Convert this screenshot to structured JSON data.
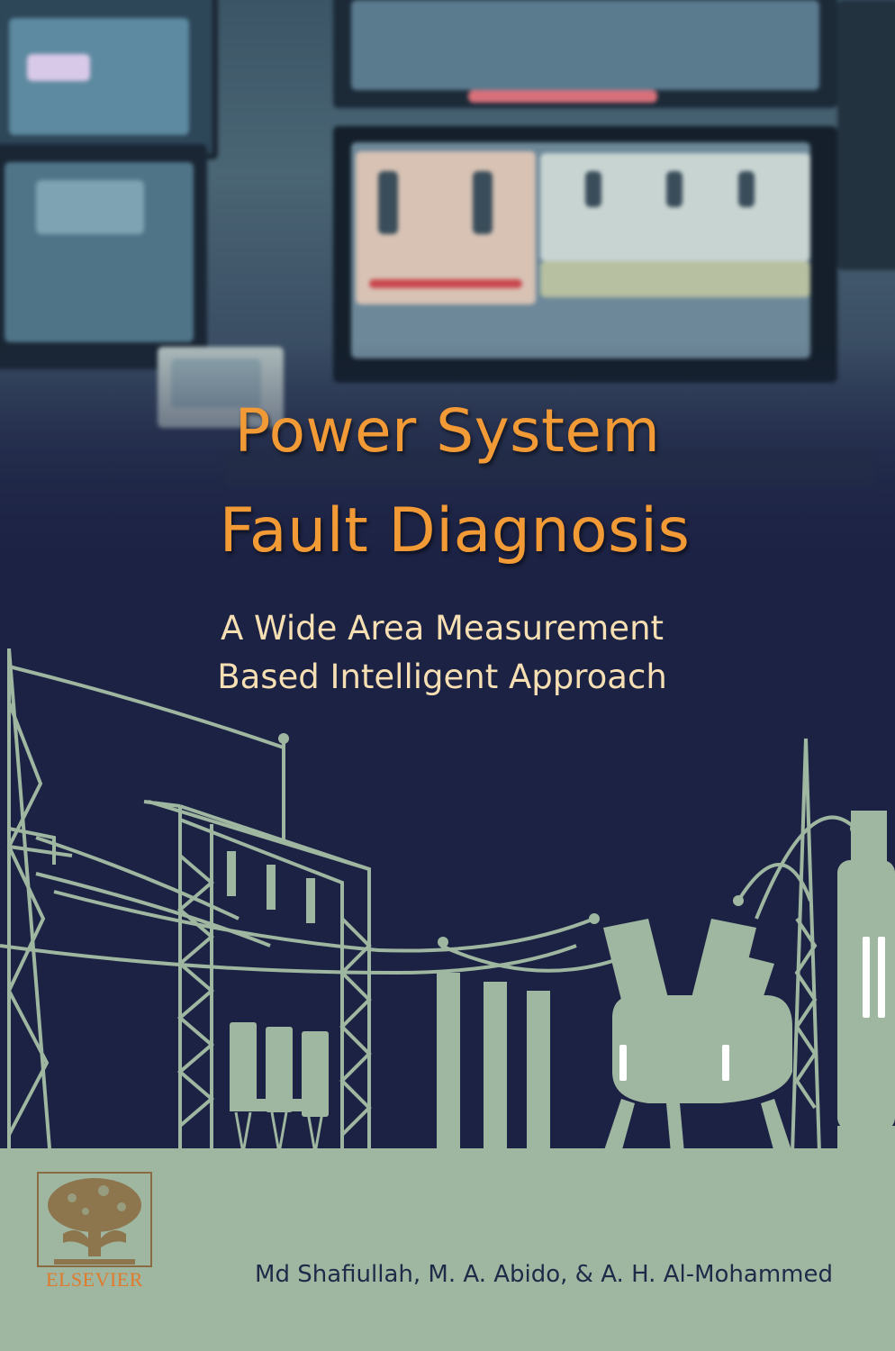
{
  "book": {
    "title_line_1": "Power System",
    "title_line_2": "Fault Diagnosis",
    "subtitle_line_1": "A Wide Area Measurement",
    "subtitle_line_2": "Based Intelligent Approach",
    "authors": "Md Shafiullah, M. A. Abido, & A. H. Al-Mohammed",
    "publisher": "ELSEVIER"
  },
  "colors": {
    "background_navy": "#1c2244",
    "title_orange": "#f29a35",
    "subtitle_cream": "#f6dfb3",
    "equipment_sage": "#9fb7a0",
    "publisher_orange": "#e07a2a",
    "author_text": "#1f2a48"
  },
  "icons": {
    "publisher_logo": "elsevier-tree-logo",
    "illustration": "substation-silhouette"
  }
}
